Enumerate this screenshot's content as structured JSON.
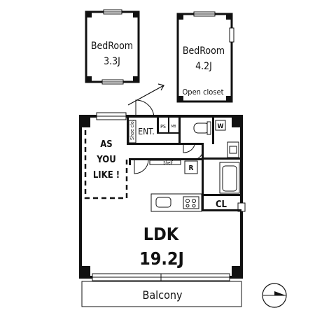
{
  "rooms": {
    "bedroom_a": {
      "name": "BedRoom",
      "size": "3.3J"
    },
    "bedroom_b": {
      "name": "BedRoom",
      "size": "4.2J",
      "note": "Open closet"
    },
    "ldk": {
      "name": "LDK",
      "size": "19.2J"
    },
    "as_you_like": {
      "line1": "AS",
      "line2": "YOU",
      "line3": "LIKE !"
    },
    "balcony": {
      "name": "Balcony"
    }
  },
  "fixtures": {
    "entrance": "ENT.",
    "shoe_closet": "Shoe clo.",
    "pipe_space": "PS",
    "meter_box": "MB",
    "washer": "W",
    "refrigerator": "R",
    "shelf": "Shelf",
    "closet": "CL"
  },
  "colors": {
    "wall": "#111111",
    "line": "#222222",
    "background": "#ffffff"
  }
}
